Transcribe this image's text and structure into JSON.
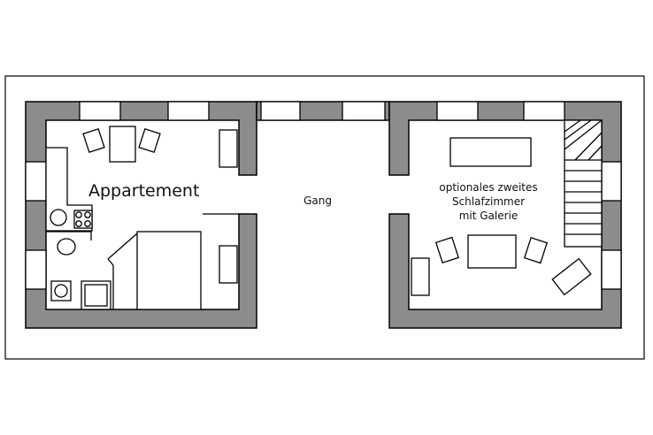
{
  "labels": {
    "appartement": "Appartement",
    "gang": "Gang",
    "bedroom_line1": "optionales zweites",
    "bedroom_line2": "Schlafzimmer",
    "bedroom_line3": "mit Galerie"
  },
  "colors": {
    "wall_fill": "#8c8c8c",
    "line": "#000000",
    "background": "#ffffff"
  }
}
